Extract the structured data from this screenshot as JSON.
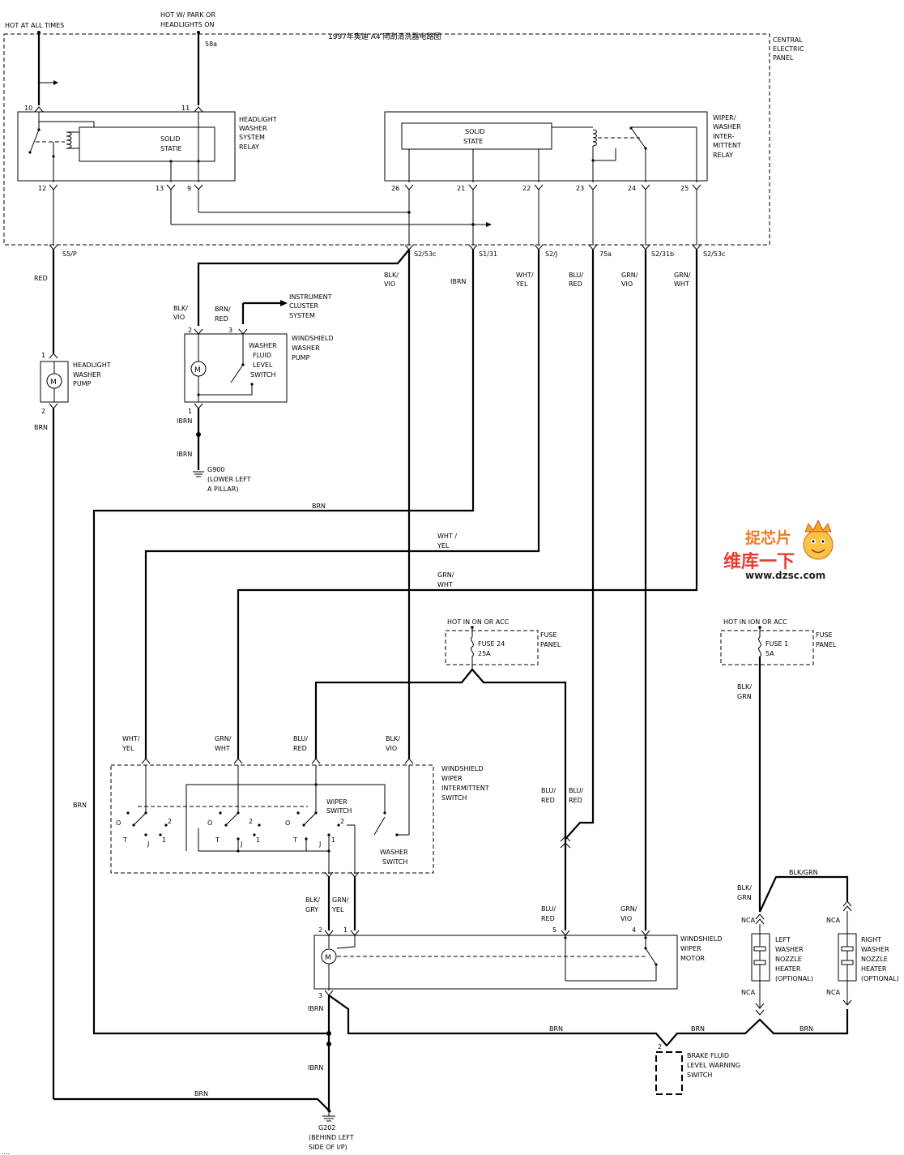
{
  "title": "1997年奥迪 A4 雨刮清洗器电路图",
  "watermark": {
    "line1": "维库一下",
    "line2": "www.dzsc.com",
    "logo_text": "捉芯片"
  },
  "footer_mark": "....",
  "central_panel": {
    "label": [
      "CENTRAL",
      "ELECTRIC",
      "PANEL"
    ],
    "power": [
      {
        "label": [
          "HOT AT ALL TIMES"
        ],
        "terminal": ""
      },
      {
        "label": [
          "HOT W/ PARK OR",
          "HEADLIGHTS ON"
        ],
        "terminal": "58a"
      }
    ],
    "headlight_relay": {
      "label": [
        "HEADLIGHT",
        "WASHER",
        "SYSTEM",
        "RELAY"
      ],
      "solid_state": [
        "SOLID",
        "STATIE"
      ],
      "top_pins": [
        "10",
        "11"
      ],
      "bottom_pins": [
        "12",
        "13",
        "9"
      ]
    },
    "wiper_relay": {
      "label": [
        "WIPER/",
        "WASHER",
        "INTER-",
        "MITTENT",
        "RELAY"
      ],
      "solid_state": [
        "SOLID",
        "STATE"
      ],
      "pins": [
        "26",
        "21",
        "22",
        "23",
        "24",
        "25"
      ]
    },
    "connectors": [
      "S5/P",
      "S2/53c",
      "S1/31",
      "S2/J",
      "75a",
      "S2/31b",
      "S2/53c"
    ]
  },
  "wires": {
    "red": "RED",
    "blk_vio": [
      "BLK/",
      "VIO"
    ],
    "brn": "BRN",
    "brn_s": "IBRN",
    "wht_yel": [
      "WHT/",
      "YEL"
    ],
    "blu_red": [
      "BLU/",
      "RED"
    ],
    "grn_vio": [
      "GRN/",
      "VIO"
    ],
    "grn_wht": [
      "GRN/",
      "WHT"
    ],
    "brn_red": [
      "BRN/",
      "RED"
    ],
    "blk_grn": [
      "BLK/",
      "GRN"
    ],
    "blk_grn_top": "BLK/GRN",
    "blk_gry": [
      "BLK/",
      "GRY"
    ],
    "grn_yel": [
      "GRN/",
      "YEL"
    ],
    "wht_yel_mid": [
      "WHT /",
      "YEL"
    ]
  },
  "headlight_pump": {
    "label": [
      "HEADLIGHT",
      "WASHER",
      "PUMP"
    ],
    "pins": [
      "1",
      "2"
    ],
    "symbol": "M"
  },
  "windshield_pump": {
    "label": [
      "WINDSHIELD",
      "WASHER",
      "PUMP"
    ],
    "switch_label": [
      "WASHER",
      "FLUID",
      "LEVEL",
      "SWITCH"
    ],
    "pins": [
      "2",
      "3",
      "1"
    ],
    "symbol": "M"
  },
  "instrument_cluster": [
    "INSTRUMENT",
    "CLUSTER",
    "SYSTEM"
  ],
  "g900": [
    "G900",
    "(LOWER LEFT",
    "A PILLAR)"
  ],
  "g202": [
    "G202",
    "(BEHIND LEFT",
    "SIDE OF I/P)"
  ],
  "fuse_panel_1": {
    "hot": "HOT IN ON OR ACC",
    "fuse": [
      "FUSE 24",
      "25A"
    ],
    "label": [
      "FUSE",
      "PANEL"
    ]
  },
  "fuse_panel_2": {
    "hot": "HOT IN ION OR ACC",
    "fuse": [
      "FUSE 1",
      "5A"
    ],
    "label": [
      "FUSE",
      "PANEL"
    ]
  },
  "wiper_switch": {
    "label": [
      "WINDSHIELD",
      "WIPER",
      "INTERMITTENT",
      "SWITCH"
    ],
    "switch_label": [
      "WIPER",
      "SWITCH"
    ],
    "washer_label": [
      "WASHER",
      "SWITCH"
    ],
    "positions": [
      "O",
      "T",
      "J",
      "1",
      "2"
    ]
  },
  "wiper_motor": {
    "label": [
      "WINDSHIELD",
      "WIPER",
      "MOTOR"
    ],
    "pins": [
      "2",
      "1",
      "5",
      "4",
      "3"
    ],
    "symbol": "M"
  },
  "left_heater": {
    "label": [
      "LEFT",
      "WASHER",
      "NOZZLE",
      "HEATER",
      "(OPTIONAL)"
    ]
  },
  "right_heater": {
    "label": [
      "RIGHT",
      "WASHER",
      "NOZZLE",
      "HEATER",
      "(OPTIONAL)"
    ]
  },
  "nca": "NCA",
  "brake_switch": {
    "label": [
      "BRAKE FLUID",
      "LEVEL WARNING",
      "SWITCH"
    ],
    "pin": "2"
  }
}
